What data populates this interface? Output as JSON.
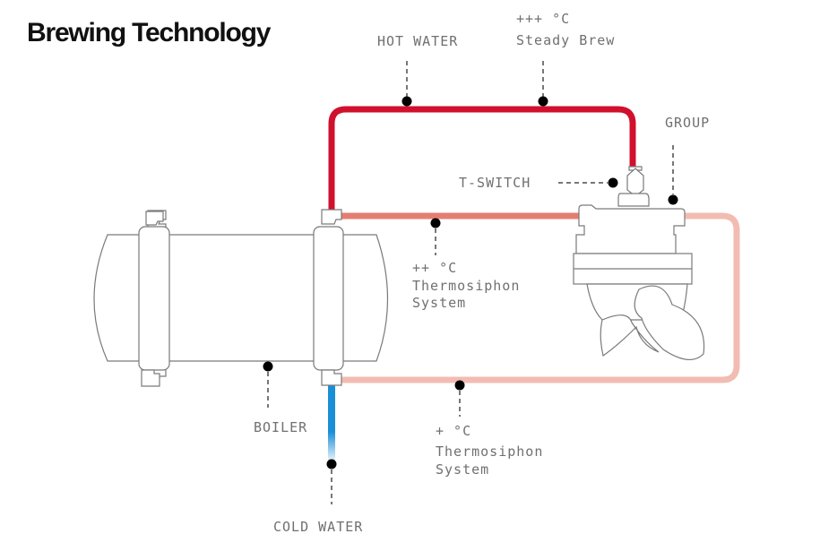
{
  "title": "Brewing Technology",
  "colors": {
    "hot_water": "#d0102c",
    "thermosiphon_high": "#e57e72",
    "thermosiphon_low": "#f2bcb2",
    "cold_water": "#1a8fd8",
    "outline": "#7a7a7a",
    "label": "#707070"
  },
  "components": {
    "boiler": "BOILER",
    "group": "GROUP",
    "t_switch": "T-SWITCH"
  },
  "lines": {
    "hot_water": {
      "label": "HOT WATER"
    },
    "steady_brew": {
      "temp": "+++ °C",
      "label": "Steady Brew"
    },
    "thermosiphon_upper": {
      "temp": "++ °C",
      "line1": "Thermosiphon",
      "line2": "System"
    },
    "thermosiphon_lower": {
      "temp": "+ °C",
      "line1": "Thermosiphon",
      "line2": "System"
    },
    "cold_water": {
      "label": "COLD WATER"
    }
  }
}
